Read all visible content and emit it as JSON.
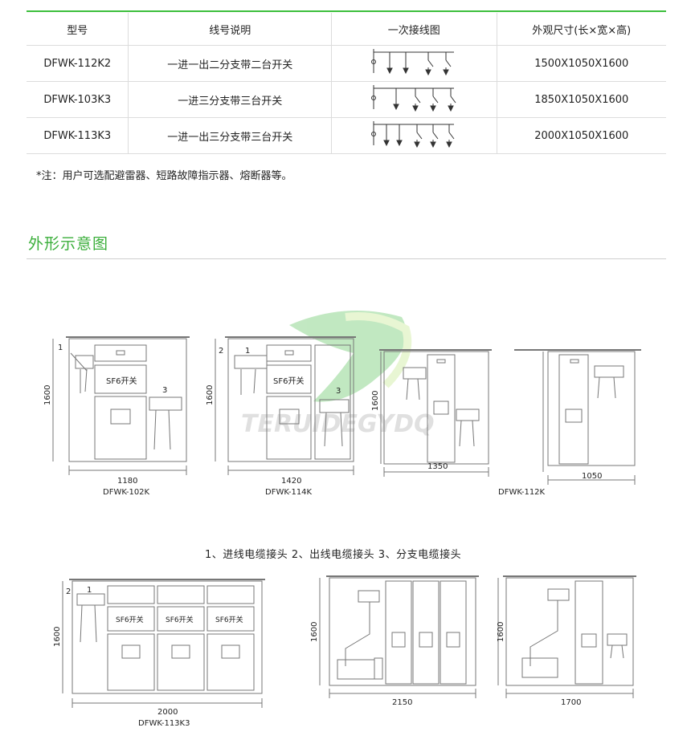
{
  "spec_table": {
    "headers": [
      "型号",
      "线号说明",
      "一次接线图",
      "外观尺寸(长×宽×高)"
    ],
    "rows": [
      {
        "model": "DFWK-112K2",
        "desc": "一进一出二分支带二台开关",
        "size": "1500X1050X1600"
      },
      {
        "model": "DFWK-103K3",
        "desc": "一进三分支带三台开关",
        "size": "1850X1050X1600"
      },
      {
        "model": "DFWK-113K3",
        "desc": "一进一出三分支带三台开关",
        "size": "2000X1050X1600"
      }
    ]
  },
  "note": "*注：用户可选配避雷器、短路故障指示器、熔断器等。",
  "section_title": "外形示意图",
  "watermark": "TERUIDEGYDQ",
  "legend": "1、进线电缆接头  2、出线电缆接头  3、分支电缆接头",
  "drawings": {
    "d1": {
      "height": "1600",
      "width": "1180",
      "caption": "DFWK-102K",
      "switch": "SF6开关",
      "callouts": [
        "1",
        "3"
      ]
    },
    "d2": {
      "height": "1600",
      "width": "1420",
      "caption": "DFWK-114K",
      "switch": "SF6开关",
      "callouts": [
        "2",
        "1",
        "3"
      ]
    },
    "d3": {
      "height": "1600",
      "width": "1350",
      "caption": "DFWK-112K"
    },
    "d4": {
      "width": "1050"
    },
    "d5": {
      "height": "1600",
      "width": "2000",
      "caption": "DFWK-113K3",
      "switch": "SF6开关",
      "callouts": [
        "2",
        "1"
      ]
    },
    "d6": {
      "height": "1600",
      "width": "2150"
    },
    "d7": {
      "height": "1600",
      "width": "1700"
    }
  },
  "colors": {
    "accent": "#3cbf3c",
    "line": "#777777",
    "watermark": "#7fd07f"
  }
}
